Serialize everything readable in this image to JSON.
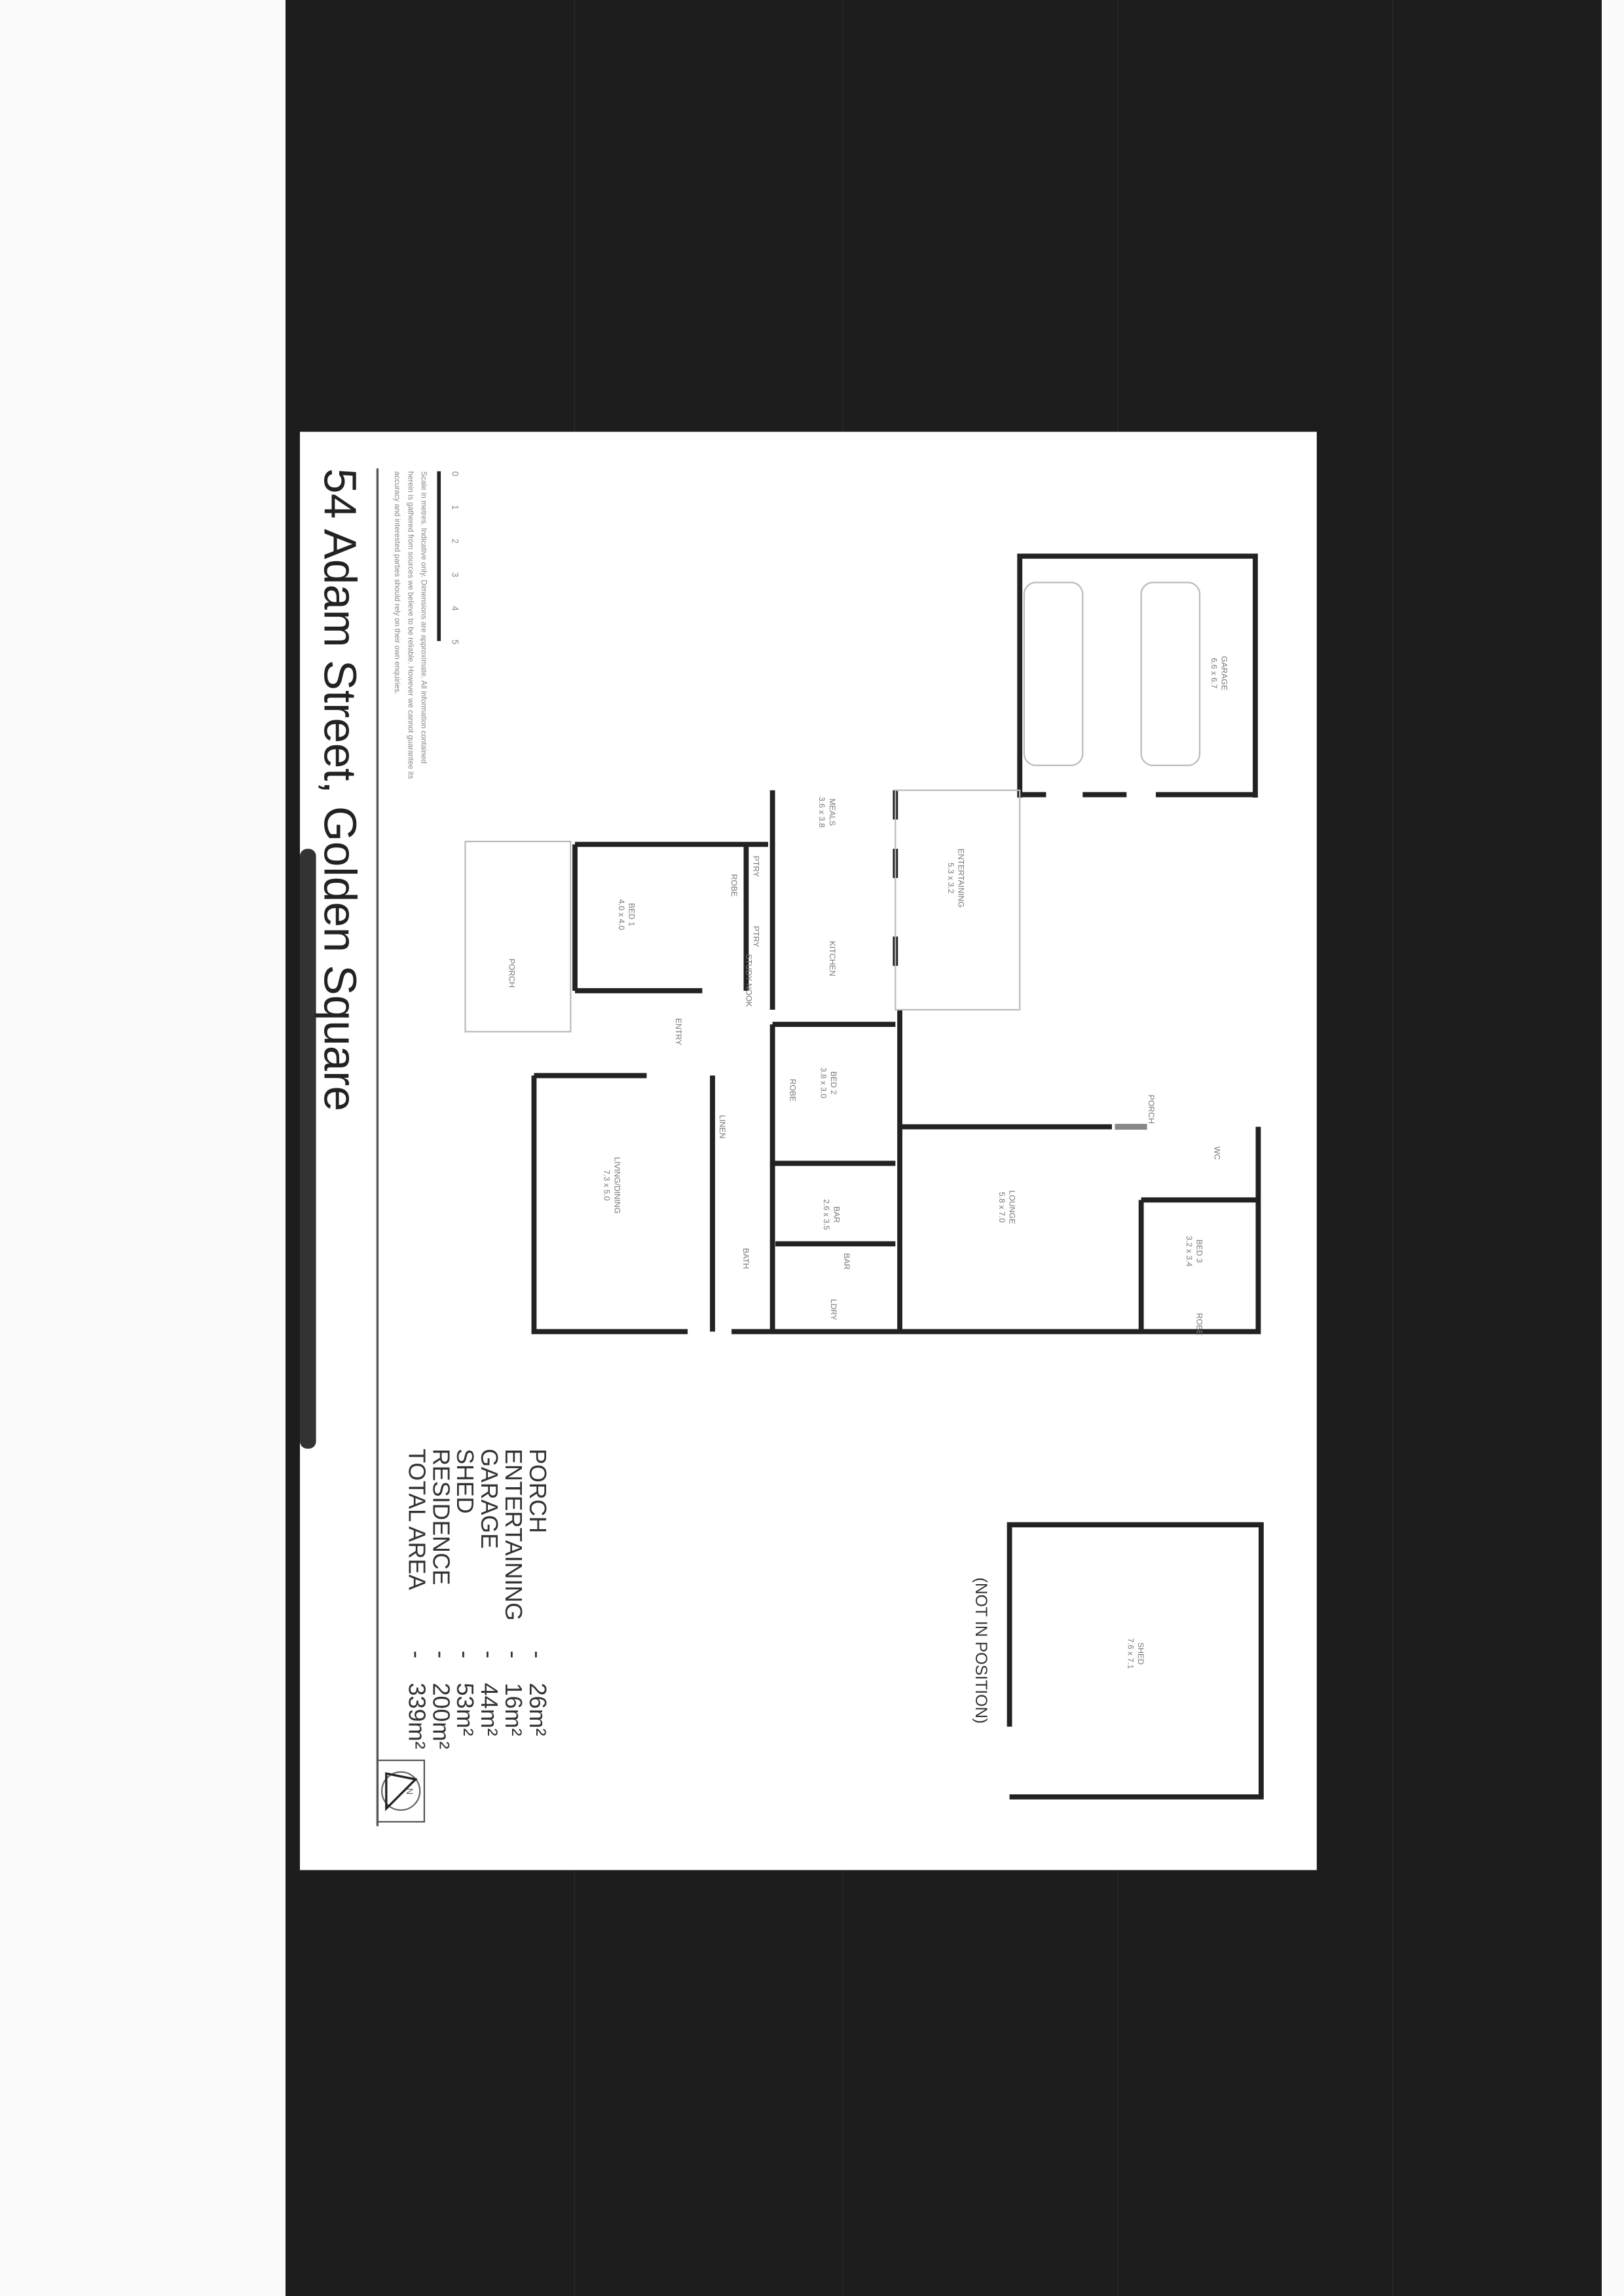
{
  "title": "54 Adam Street, Golden Square",
  "disclaimer": [
    "Scale in metres. Indicative only. Dimensions are approximate. All information contained",
    "herein is gathered from sources we believe to be reliable. However we cannot guarantee its",
    "accuracy and interested parties should rely on their own enquiries."
  ],
  "scale_labels": [
    "0",
    "1",
    "2",
    "3",
    "4",
    "5"
  ],
  "rooms": [
    {
      "name": "GARAGE",
      "dims": "6.6 x 6.7"
    },
    {
      "name": "ENTERTAINING",
      "dims": "5.3 x 3.2"
    },
    {
      "name": "MEALS",
      "dims": "3.6 x 3.8"
    },
    {
      "name": "KITCHEN",
      "dims": ""
    },
    {
      "name": "BED 1",
      "dims": "4.0 x 4.0"
    },
    {
      "name": "ROBE",
      "dims": ""
    },
    {
      "name": "PTRY",
      "dims": ""
    },
    {
      "name": "PTRY",
      "dims": ""
    },
    {
      "name": "STUDY NOOK",
      "dims": ""
    },
    {
      "name": "ENTRY",
      "dims": ""
    },
    {
      "name": "BED 2",
      "dims": "3.8 x 3.0"
    },
    {
      "name": "ROBE",
      "dims": ""
    },
    {
      "name": "PORCH",
      "dims": ""
    },
    {
      "name": "WC",
      "dims": ""
    },
    {
      "name": "LINEN",
      "dims": ""
    },
    {
      "name": "BAR",
      "dims": "2.6 x 3.5"
    },
    {
      "name": "LOUNGE",
      "dims": "5.8 x 7.0"
    },
    {
      "name": "BED 3",
      "dims": "3.2 x 3.4"
    },
    {
      "name": "ROBE",
      "dims": ""
    },
    {
      "name": "LIVING/DINING",
      "dims": "7.3 x 5.0"
    },
    {
      "name": "BATH",
      "dims": ""
    },
    {
      "name": "BAR",
      "dims": ""
    },
    {
      "name": "LDRY",
      "dims": ""
    },
    {
      "name": "PORCH",
      "dims": ""
    },
    {
      "name": "SHED",
      "dims": "7.6 x 7.1"
    }
  ],
  "shed_note": "(NOT IN POSITION)",
  "areas": [
    {
      "label": "PORCH",
      "value": "26m²"
    },
    {
      "label": "ENTERTAINING",
      "value": "16m²"
    },
    {
      "label": "GARAGE",
      "value": "44m²"
    },
    {
      "label": "SHED",
      "value": "53m²"
    },
    {
      "label": "RESIDENCE",
      "value": "200m²"
    },
    {
      "label": "TOTAL AREA",
      "value": "339m²"
    }
  ],
  "compass": "N",
  "colors": {
    "background": "#1d1d1d",
    "paper": "#ffffff",
    "wall": "#222222",
    "label": "#777777"
  }
}
